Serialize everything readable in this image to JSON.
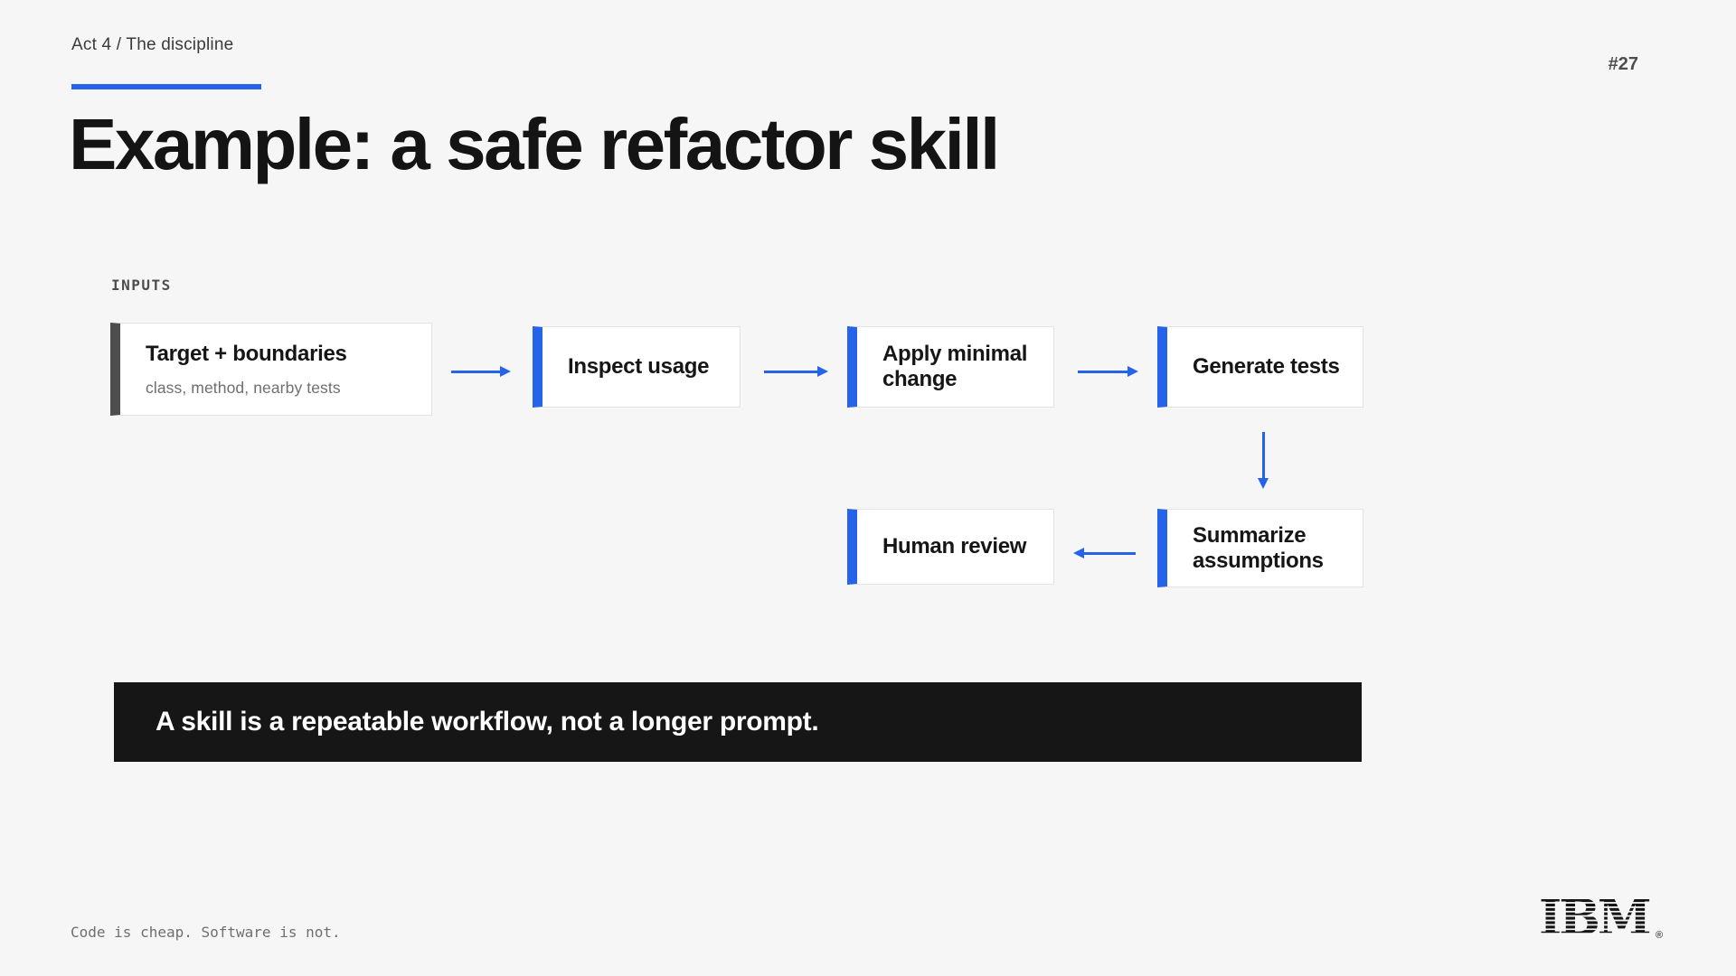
{
  "meta": {
    "slide_number": "#27"
  },
  "header": {
    "eyebrow": "Act 4 / The discipline",
    "title": "Example: a safe refactor skill"
  },
  "diagram": {
    "inputs_label": "INPUTS",
    "nodes": [
      {
        "title": "Target + boundaries",
        "subtitle": "class, method, nearby tests",
        "accent": "#4d4d4d"
      },
      {
        "title": "Inspect usage",
        "accent": "#2563eb"
      },
      {
        "title": "Apply minimal change",
        "accent": "#2563eb"
      },
      {
        "title": "Generate tests",
        "accent": "#2563eb"
      },
      {
        "title": "Summarize assumptions",
        "accent": "#2563eb"
      },
      {
        "title": "Human review",
        "accent": "#2563eb"
      }
    ],
    "flow_order": [
      "Target + boundaries",
      "Inspect usage",
      "Apply minimal change",
      "Generate tests",
      "Summarize assumptions",
      "Human review"
    ],
    "arrow_color": "#2563eb"
  },
  "takeaway": {
    "text": "A skill is a repeatable workflow, not a longer prompt.",
    "background": "#161616"
  },
  "footer": {
    "note": "Code is cheap. Software is not.",
    "logo_text": "IBM",
    "registered_mark": "®"
  },
  "colors": {
    "background": "#f6f6f6",
    "accent_blue": "#2563eb",
    "accent_gray": "#4d4d4d",
    "banner_background": "#161616",
    "box_background": "#ffffff",
    "box_border": "#e3e3e3",
    "text_primary": "#161616",
    "text_secondary": "#6f6f6f"
  }
}
